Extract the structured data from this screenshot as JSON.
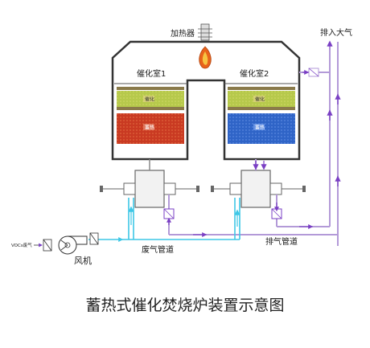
{
  "labels": {
    "heater": "加热器",
    "chamber1": "催化室1",
    "chamber2": "催化室2",
    "exhaust_to_air": "排入大气",
    "catalyst1": "催化",
    "catalyst2": "催化",
    "heat_storage1": "蓄热",
    "heat_storage2": "蓄热",
    "exhaust_pipe": "排气管道",
    "waste_gas_pipe": "废气管道",
    "fan": "风机",
    "voc_inlet": "VOCs废气",
    "title": "蓄热式催化焚烧炉装置示意图"
  },
  "colors": {
    "furnace_fill": "#ffffff",
    "outline": "#333333",
    "catalyst_bed": "#b6c94b",
    "catalyst_stripe": "#8a7a4a",
    "heat_storage_hot": "#c93a22",
    "heat_storage_cool": "#2f64c7",
    "pipe": "#b39ad8",
    "arrow": "#7a3fc4",
    "flow_cyan": "#3ec7e6",
    "flame": "#e8621a"
  }
}
